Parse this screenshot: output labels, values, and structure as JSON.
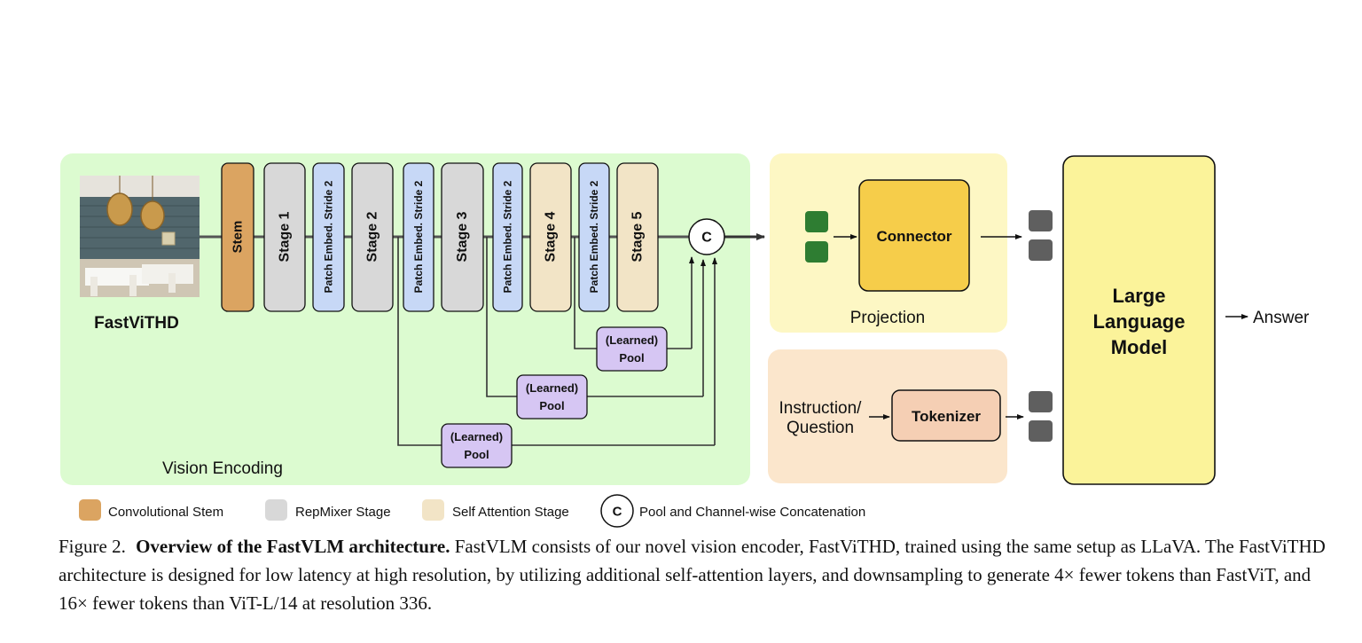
{
  "figure": {
    "encoder_name": "FastViTHD",
    "vision_label": "Vision Encoding",
    "stem": "Stem",
    "stage1": "Stage 1",
    "stage2": "Stage 2",
    "stage3": "Stage 3",
    "stage4": "Stage 4",
    "stage5": "Stage 5",
    "patch_embed": "Patch Embed. Stride 2",
    "concat_symbol": "C",
    "pool_line1": "(Learned)",
    "pool_line2": "Pool",
    "connector": "Connector",
    "projection": "Projection",
    "instruction_line1": "Instruction/",
    "instruction_line2": "Question",
    "tokenizer": "Tokenizer",
    "llm_line1": "Large",
    "llm_line2": "Language",
    "llm_line3": "Model",
    "answer": "Answer"
  },
  "legend": {
    "conv_stem": "Convolutional Stem",
    "repmixer": "RepMixer Stage",
    "self_attention": "Self Attention Stage",
    "concat_symbol": "C",
    "concat": "Pool and Channel-wise Concatenation"
  },
  "caption": {
    "label": "Figure 2.",
    "title": "Overview of the FastVLM architecture.",
    "text": "FastVLM consists of our novel vision encoder, FastViTHD, trained using the same setup as LLaVA. The FastViTHD architecture is designed for low latency at high resolution, by utilizing additional self-attention layers, and downsampling to generate 4× fewer tokens than FastViT, and 16× fewer tokens than ViT-L/14 at resolution 336."
  },
  "colors": {
    "vision_bg": "#dcfbd0",
    "projection_bg": "#fdf7c4",
    "tokenizer_bg": "#fbe6cc",
    "llm_fill": "#fbf39a",
    "connector_fill": "#f6cd4a",
    "stem_fill": "#dba461",
    "repmixer_fill": "#d8d8d8",
    "attention_fill": "#f2e4c6",
    "patch_fill": "#c7d8f6",
    "pool_fill": "#d6c6f3",
    "token_green": "#2e7d32",
    "token_gray": "#5f5f5f",
    "tokenizer_fill": "#f5cfb4"
  }
}
